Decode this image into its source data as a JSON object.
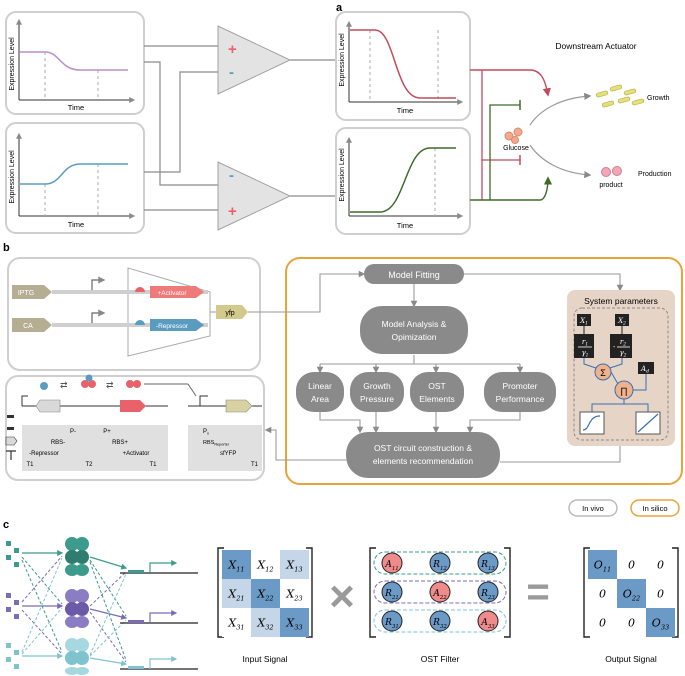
{
  "panel_a": {
    "label": "a",
    "ylabel": "Expression Level",
    "xlabel": "Time",
    "plus": "+",
    "minus": "-",
    "actuator_title": "Downstream Actuator",
    "glucose": "Glucose",
    "growth": "Growth",
    "product": "product",
    "production": "Production"
  },
  "panel_b": {
    "label": "b",
    "iptg": "IPTG",
    "ca": "CA",
    "activator": "+Activator",
    "repressor": "-Repressor",
    "yfp": "yfp",
    "model_fitting": "Model Fitting",
    "model_analysis_1": "Model Analysis &",
    "model_analysis_2": "Opimization",
    "linear_1": "Linear",
    "linear_2": "Area",
    "growth_1": "Growth",
    "growth_2": "Pressure",
    "ost_1": "OST",
    "ost_2": "Elements",
    "promoter_1": "Promoter",
    "promoter_2": "Performance",
    "recommend_1": "OST circuit construction &",
    "recommend_2": "elements recommendation",
    "system_params": "System parameters",
    "in_vivo": "In vivo",
    "in_silico": "In silico",
    "table": {
      "p_minus": "P-",
      "p_plus": "P+",
      "rbs_minus": "RBS-",
      "rbs_plus": "RBS+",
      "repressor": "-Repressor",
      "activator": "+Activator",
      "t1": "T1",
      "t2": "T2",
      "t1b": "T1",
      "px": "P",
      "px_sub": "x",
      "rbs_rep": "RBS",
      "rbs_rep_sub": "Reporter",
      "sfyfp": "sfYFP",
      "t1c": "T1"
    },
    "params": {
      "x1": "X",
      "x1_sub": "1",
      "x2": "X",
      "x2_sub": "2",
      "r1": "r",
      "r1_sub": "1",
      "g1": "γ",
      "g1_sub": "1",
      "r2": "r",
      "r2_sub": "2",
      "g2": "γ",
      "g2_sub": "2",
      "sum": "Σ",
      "prod": "∏",
      "a": "A",
      "a_sub": "d",
      "minus": "-"
    }
  },
  "panel_c": {
    "label": "c",
    "input_signal": "Input Signal",
    "ost_filter": "OST Filter",
    "output_signal": "Output Signal",
    "times": "×",
    "equals": "=",
    "input_matrix": [
      [
        {
          "s": "X",
          "sub": "11"
        },
        {
          "s": "X",
          "sub": "12"
        },
        {
          "s": "X",
          "sub": "13"
        }
      ],
      [
        {
          "s": "X",
          "sub": "21"
        },
        {
          "s": "X",
          "sub": "22"
        },
        {
          "s": "X",
          "sub": "23"
        }
      ],
      [
        {
          "s": "X",
          "sub": "31"
        },
        {
          "s": "X",
          "sub": "32"
        },
        {
          "s": "X",
          "sub": "33"
        }
      ]
    ],
    "filter_matrix": [
      [
        {
          "s": "A",
          "sub": "11"
        },
        {
          "s": "R",
          "sub": "12"
        },
        {
          "s": "R",
          "sub": "13"
        }
      ],
      [
        {
          "s": "R",
          "sub": "21"
        },
        {
          "s": "A",
          "sub": "22"
        },
        {
          "s": "R",
          "sub": "23"
        }
      ],
      [
        {
          "s": "R",
          "sub": "31"
        },
        {
          "s": "R",
          "sub": "32"
        },
        {
          "s": "A",
          "sub": "33"
        }
      ]
    ],
    "output_matrix": [
      [
        {
          "s": "O",
          "sub": "11"
        },
        {
          "s": "0",
          "sub": ""
        },
        {
          "s": "0",
          "sub": ""
        }
      ],
      [
        {
          "s": "0",
          "sub": ""
        },
        {
          "s": "O",
          "sub": "22"
        },
        {
          "s": "0",
          "sub": ""
        }
      ],
      [
        {
          "s": "0",
          "sub": ""
        },
        {
          "s": "0",
          "sub": ""
        },
        {
          "s": "O",
          "sub": "33"
        }
      ]
    ]
  },
  "colors": {
    "purple": "#b98fc4",
    "blue": "#5a9cc0",
    "red": "#c44a5c",
    "green": "#3f6a2a",
    "plus_red": "#e8626a",
    "orange": "#e8a33a",
    "matrix_blue": "#6c9ac6",
    "filter_red": "#ef8b8b",
    "teal": "#3c9b8c",
    "violet": "#7a6cb6",
    "cyan": "#7fc3cf"
  }
}
